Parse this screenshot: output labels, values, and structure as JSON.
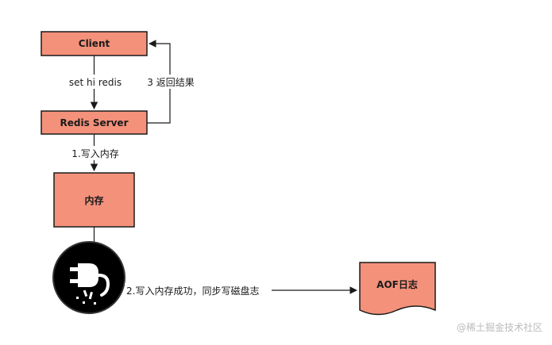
{
  "diagram": {
    "nodes": {
      "client": "Client",
      "redis_server": "Redis Server",
      "memory": "内存",
      "aof_log": "AOF日志"
    },
    "edges": {
      "request": "set hi redis",
      "response": "3 返回结果",
      "write_memory": "1.写入内存",
      "write_disk": "2.写入内存成功，同步写磁盘志"
    },
    "icon": "power-plug-icon"
  },
  "watermark": "@稀土掘金技术社区",
  "colors": {
    "node_fill": "#f4917a",
    "stroke": "#1a1a1a",
    "icon_bg": "#000000",
    "icon_fg": "#ffffff"
  }
}
